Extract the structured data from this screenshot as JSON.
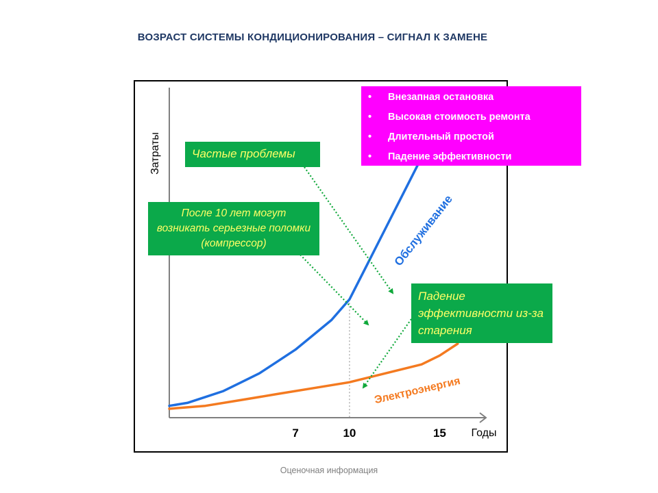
{
  "slide": {
    "title": "ВОЗРАСТ СИСТЕМЫ  КОНДИЦИОНИРОВАНИЯ – СИГНАЛ К ЗАМЕНЕ",
    "footer": "Оценочная информация"
  },
  "callouts": {
    "frequent_problems": "Частые проблемы",
    "after_10_years": "После 10 лет могут возникать серьезные поломки (компрессор)",
    "efficiency_drop": "Падение эффективности из-за старения",
    "risks": [
      "Внезапная остановка",
      "Высокая стоимость ремонта",
      "Длительный простой",
      "Падение эффективности"
    ],
    "bullet_char": "•"
  },
  "colors": {
    "title": "#1f3864",
    "maintenance": "#1f6fe0",
    "energy": "#f47a20",
    "callout_green": "#0ba94a",
    "callout_text": "#ffff66",
    "risk_box": "#ff00ff",
    "arrow": "#0fa83a"
  },
  "chart_data": {
    "type": "line",
    "xlabel": "Годы",
    "ylabel": "Затраты",
    "xlim": [
      0,
      17
    ],
    "ylim": [
      0,
      100
    ],
    "x_ticks": [
      7,
      10,
      15
    ],
    "x_tick_labels": [
      "7",
      "10",
      "15"
    ],
    "reference_line_x": 10,
    "series": [
      {
        "name": "Обслуживание",
        "color": "#1f6fe0",
        "x": [
          0,
          1,
          2,
          3,
          4,
          5,
          6,
          7,
          8,
          9,
          10,
          11,
          12,
          13,
          14,
          15,
          16
        ],
        "y": [
          4,
          5,
          7,
          9,
          12,
          15,
          19,
          23,
          28,
          33,
          40,
          52,
          64,
          76,
          88,
          100,
          111
        ]
      },
      {
        "name": "Электроэнергия",
        "color": "#f47a20",
        "x": [
          0,
          2,
          4,
          6,
          8,
          10,
          12,
          14,
          15,
          16
        ],
        "y": [
          3,
          4,
          6,
          8,
          10,
          12,
          15,
          18,
          21,
          25
        ]
      }
    ]
  }
}
